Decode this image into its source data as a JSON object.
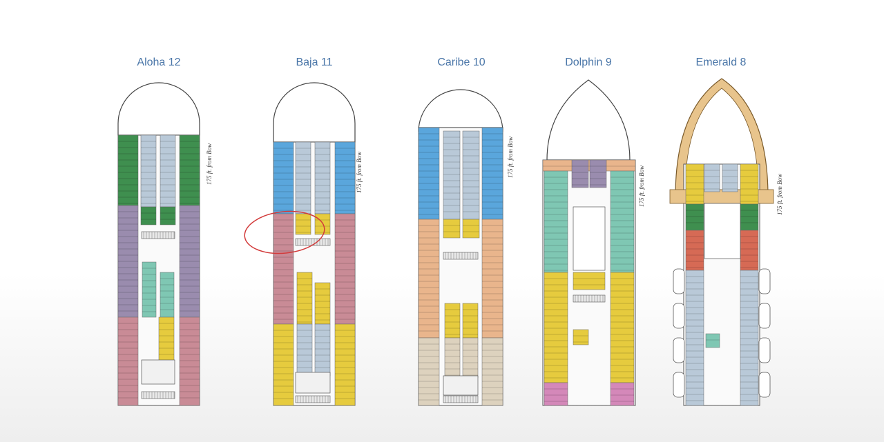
{
  "decks": [
    {
      "name": "Aloha 12"
    },
    {
      "name": "Baja 11"
    },
    {
      "name": "Caribe 10"
    },
    {
      "name": "Dolphin 9"
    },
    {
      "name": "Emerald 8"
    }
  ],
  "side_label": "175 ft. from Bow",
  "colors": {
    "title": "#4a76a8",
    "green": "#3f8f4f",
    "purple": "#9a8cae",
    "pink": "#c98b96",
    "blue": "#5aa6dc",
    "yellow": "#e6cb3e",
    "orange": "#e9b58c",
    "beige": "#ddd2be",
    "teal": "#7fc7b3",
    "magenta": "#d488b9",
    "red": "#d66a55",
    "light-blue": "#b9c9d8",
    "tan": "#e8c48c",
    "highlight": "#d23a3a"
  }
}
